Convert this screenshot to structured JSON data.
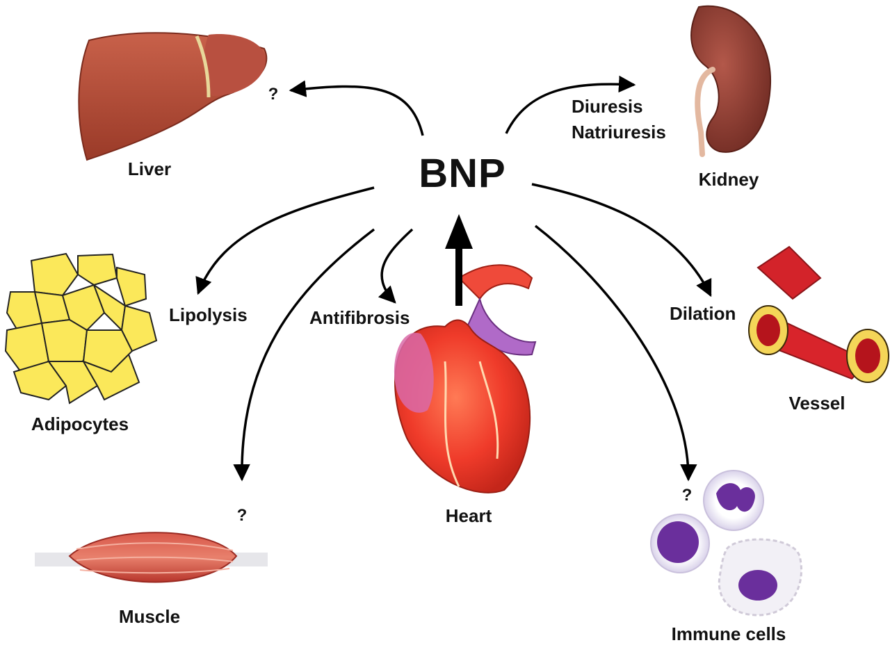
{
  "center_label": "BNP",
  "organs": {
    "liver": "Liver",
    "kidney": "Kidney",
    "adipocytes": "Adipocytes",
    "vessel": "Vessel",
    "muscle": "Muscle",
    "heart": "Heart",
    "immune": "Immune cells"
  },
  "effects": {
    "diuresis": "Diuresis",
    "natriuresis": "Natriuresis",
    "lipolysis": "Lipolysis",
    "antifibrosis": "Antifibrosis",
    "dilation": "Dilation",
    "unknown": "?"
  }
}
